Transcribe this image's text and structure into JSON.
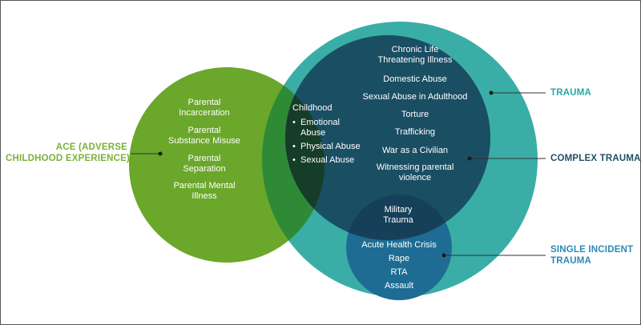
{
  "colors": {
    "ace_circle": "#6aa72b",
    "trauma_circle": "#3aaea6",
    "complex_circle": "#1a4e63",
    "single_incident_circle": "#1e6c93",
    "ace_label": "#7cb13b",
    "trauma_label": "#2aa7a7",
    "complex_label": "#1f4f63",
    "single_label": "#2a8ab8"
  },
  "labels": {
    "ace": [
      "ACE (ADVERSE",
      "CHILDHOOD EXPERIENCE)"
    ],
    "trauma": "TRAUMA",
    "complex_trauma": "COMPLEX TRAUMA",
    "single_incident": [
      "SINGLE INCIDENT",
      "TRAUMA"
    ]
  },
  "ace_items": [
    [
      "Parental",
      "Incarceration"
    ],
    [
      "Parental",
      "Substance Misuse"
    ],
    [
      "Parental",
      "Separation"
    ],
    [
      "Parental Mental",
      "Illness"
    ]
  ],
  "overlap": {
    "heading": "Childhood",
    "items": [
      [
        "Emotional",
        "Abuse"
      ],
      [
        "Physical Abuse"
      ],
      [
        "Sexual Abuse"
      ]
    ]
  },
  "complex_items": [
    [
      "Chronic Life",
      "Threatening Illness"
    ],
    [
      "Domestic Abuse"
    ],
    [
      "Sexual Abuse in Adulthood"
    ],
    [
      "Torture"
    ],
    [
      "Trafficking"
    ],
    [
      "War as a Civilian"
    ],
    [
      "Witnessing parental",
      "violence"
    ]
  ],
  "military": [
    "Military",
    "Trauma"
  ],
  "single_items": [
    "Acute Health Crisis",
    "Rape",
    "RTA",
    "Assault"
  ]
}
